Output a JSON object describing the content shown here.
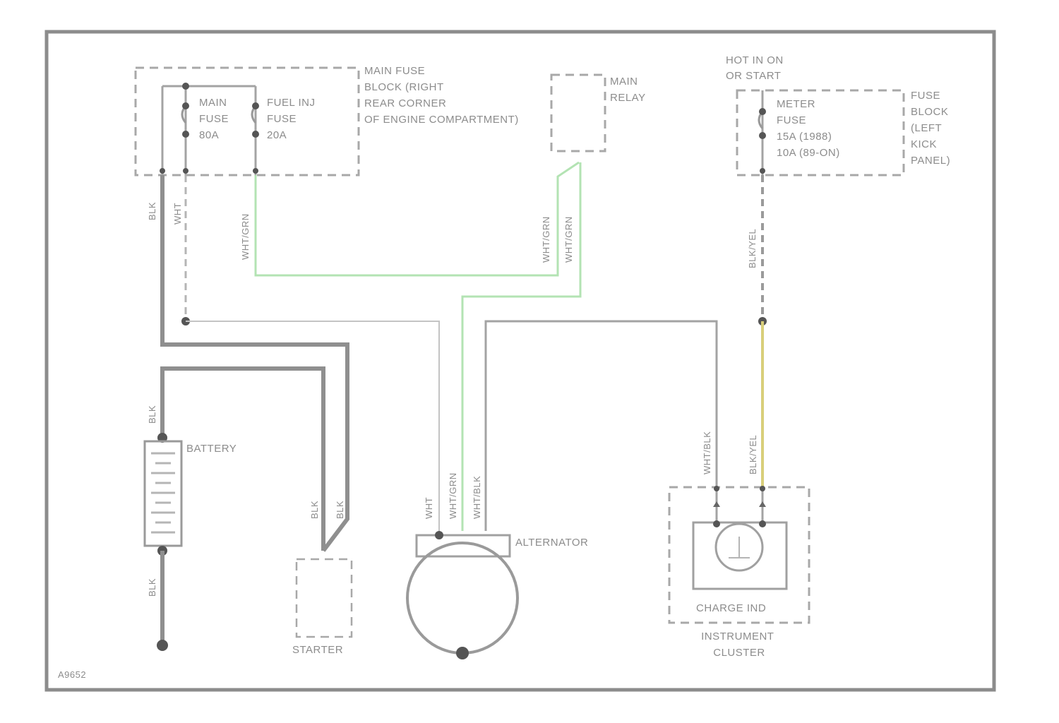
{
  "diagram": {
    "main_fuse_block_label": [
      "MAIN FUSE",
      "BLOCK (RIGHT",
      "REAR CORNER",
      "OF ENGINE COMPARTMENT)"
    ],
    "main_fuse_label": [
      "MAIN",
      "FUSE",
      "80A"
    ],
    "fuel_inj_fuse_label": [
      "FUEL INJ",
      "FUSE",
      "20A"
    ],
    "main_relay_label": [
      "MAIN",
      "RELAY"
    ],
    "hot_in_on_label": [
      "HOT IN ON",
      "OR START"
    ],
    "meter_fuse_label": [
      "METER",
      "FUSE",
      "15A (1988)",
      "10A (89-ON)"
    ],
    "fuse_block_left_label": [
      "FUSE",
      "BLOCK",
      "(LEFT",
      "KICK",
      "PANEL)"
    ],
    "battery_label": "BATTERY",
    "starter_label": "STARTER",
    "alternator_label": "ALTERNATOR",
    "charge_ind_label": "CHARGE IND",
    "instrument_cluster_label": [
      "INSTRUMENT",
      "CLUSTER"
    ],
    "figure_id": "A9652",
    "wire_colors": {
      "blk_top": "BLK",
      "wht_top": "WHT",
      "wht_grn_left": "WHT/GRN",
      "wht_grn_relay1": "WHT/GRN",
      "wht_grn_relay2": "WHT/GRN",
      "blk_yel_meter": "BLK/YEL",
      "blk_battery_pos": "BLK",
      "blk_battery_neg": "BLK",
      "blk_starter1": "BLK",
      "blk_starter2": "BLK",
      "wht_alt": "WHT",
      "wht_grn_alt": "WHT/GRN",
      "wht_blk_alt": "WHT/BLK",
      "wht_blk_cluster": "WHT/BLK",
      "blk_yel_cluster": "BLK/YEL"
    }
  }
}
